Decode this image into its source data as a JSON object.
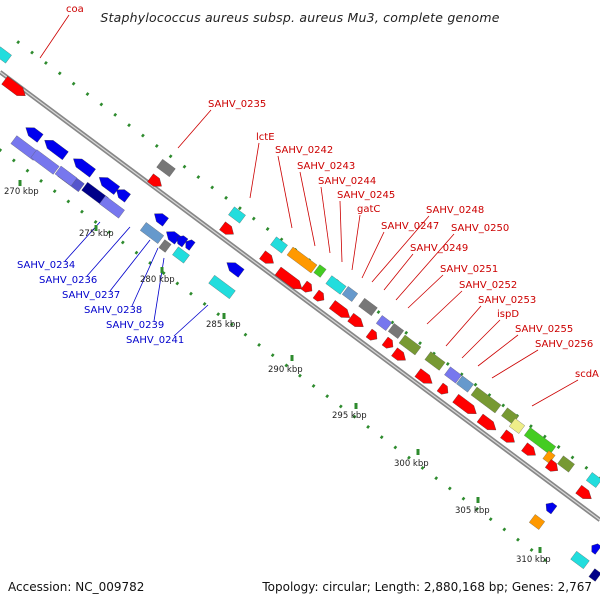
{
  "title": "Staphylococcus aureus subsp. aureus Mu3, complete genome",
  "footer": {
    "accession": "Accession: NC_009782",
    "topology": "Topology: circular; Length: 2,880,168 bp; Genes: 2,767"
  },
  "ticks": [
    "270 kbp",
    "275 kbp",
    "280 kbp",
    "285 kbp",
    "290 kbp",
    "295 kbp",
    "300 kbp",
    "305 kbp",
    "310 kbp"
  ],
  "labels_forward": [
    "coa",
    "SAHV_0235",
    "lctE",
    "SAHV_0242",
    "SAHV_0243",
    "SAHV_0244",
    "SAHV_0245",
    "gatC",
    "SAHV_0247",
    "SAHV_0248",
    "SAHV_0249",
    "SAHV_0250",
    "SAHV_0251",
    "SAHV_0252",
    "SAHV_0253",
    "ispD",
    "SAHV_0255",
    "SAHV_0256",
    "scdA"
  ],
  "labels_reverse": [
    "SAHV_0234",
    "SAHV_0236",
    "SAHV_0237",
    "SAHV_0238",
    "SAHV_0239",
    "SAHV_0241"
  ],
  "colors": {
    "forward_label": "#cc0000",
    "reverse_label": "#0000cc",
    "forward_gene": "#ff0000",
    "reverse_gene": "#0000ff",
    "backbone": "#888888",
    "dots": "#2e8b2e"
  }
}
